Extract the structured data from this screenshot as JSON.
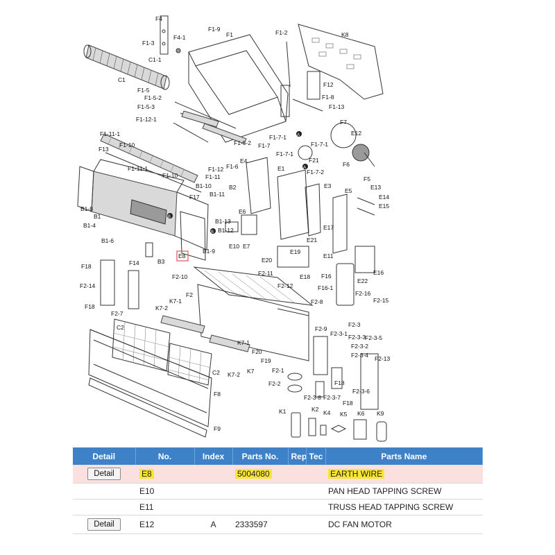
{
  "diagram": {
    "labels": {
      "F4": "F4",
      "F4_1": "F4-1",
      "F1_3": "F1-3",
      "F1_9": "F1-9",
      "F1": "F1",
      "F1_2": "F1-2",
      "K8": "K8",
      "C1_1": "C1-1",
      "C1": "C1",
      "F1_5": "F1-5",
      "F1_5_2a": "F1-5-2",
      "F1_5_3": "F1-5-3",
      "F12": "F12",
      "F1_8": "F1-8",
      "F1_13": "F1-13",
      "F1_12_1": "F1-12-1",
      "F7": "F7",
      "F1_11_1a": "F1-11-1",
      "E12": "E12",
      "F1_10a": "F1-10",
      "F1_5_2b": "F1-5-2",
      "F1_7_1a": "F1-7-1",
      "F1_7": "F1-7",
      "F13": "F13",
      "F1_7_1b": "F1-7-1",
      "F1_7_1c": "F1-7-1",
      "E4": "E4",
      "F21": "F21",
      "F6": "F6",
      "F1_11_1b": "F1-11-1",
      "F1_12": "F1-12",
      "F1_6": "F1-6",
      "E1": "E1",
      "F1_7_2": "F1-7-2",
      "F5": "F5",
      "F1_10b": "F1-10",
      "F1_11": "F1-11",
      "B1_10": "B1-10",
      "B2": "B2",
      "E3": "E3",
      "E5": "E5",
      "E13": "E13",
      "F17": "F17",
      "B1_11": "B1-11",
      "E14": "E14",
      "E15": "E15",
      "B1_8": "B1-8",
      "B1": "B1",
      "B1_13": "B1-13",
      "E6": "E6",
      "B1_4": "B1-4",
      "B1_12": "B1-12",
      "E17": "E17",
      "E7": "E7",
      "E10": "E10",
      "B1_6": "B1-6",
      "E21": "E21",
      "B1_9": "B1-9",
      "E19": "E19",
      "E11": "E11",
      "E16": "E16",
      "B3": "B3",
      "E8": "E8",
      "F14": "F14",
      "E20": "E20",
      "F18a": "F18",
      "F2_10": "F2-10",
      "F2_11": "F2-11",
      "E18": "E18",
      "F16": "F16",
      "E22": "E22",
      "F2_14": "F2-14",
      "F2_12": "F2-12",
      "F16_1": "F16-1",
      "F2": "F2",
      "F2_16": "F2-16",
      "F2_15": "F2-15",
      "F18b": "F18",
      "F2_7": "F2-7",
      "K7_1a": "K7-1",
      "K7_2a": "K7-2",
      "F2_8": "F2-8",
      "F2_3": "F2-3",
      "F2_9": "F2-9",
      "F2_3_1": "F2-3-1",
      "F2_3_3": "F2-3-3",
      "F2_3_5": "F2-3-5",
      "C2a": "C2",
      "F2_3_2": "F2-3-2",
      "F2_3_4": "F2-3-4",
      "K7_1b": "K7-1",
      "F20": "F20",
      "F19": "F19",
      "F2_13": "F2-13",
      "C2b": "C2",
      "K7_2b": "K7-2",
      "K7": "K7",
      "F2_1": "F2-1",
      "F18c": "F18",
      "F2_2": "F2-2",
      "F2_3_6": "F2-3-6",
      "F8": "F8",
      "F2_3_8": "F2-3-8",
      "F2_3_7": "F2-3-7",
      "F18d": "F18",
      "K1": "K1",
      "K2": "K2",
      "K4": "K4",
      "K5": "K5",
      "K6": "K6",
      "K9": "K9",
      "F9": "F9",
      "A1": "A",
      "A2": "A",
      "B_1": "B",
      "B_2": "B"
    }
  },
  "table": {
    "headers": {
      "detail": "Detail",
      "no": "No.",
      "index": "Index",
      "parts_no": "Parts No.",
      "rep": "Rep",
      "tec": "Tec",
      "parts_name": "Parts Name"
    },
    "rows": [
      {
        "detail": "Detail",
        "no": "E8",
        "index": "",
        "parts_no": "5004080",
        "rep": "",
        "tec": "",
        "parts_name": "EARTH WIRE"
      },
      {
        "detail": "",
        "no": "E10",
        "index": "",
        "parts_no": "",
        "rep": "",
        "tec": "",
        "parts_name": "PAN HEAD TAPPING SCREW"
      },
      {
        "detail": "",
        "no": "E11",
        "index": "",
        "parts_no": "",
        "rep": "",
        "tec": "",
        "parts_name": "TRUSS HEAD TAPPING SCREW"
      },
      {
        "detail": "Detail",
        "no": "E12",
        "index": "A",
        "parts_no": "2333597",
        "rep": "",
        "tec": "",
        "parts_name": "DC FAN MOTOR"
      }
    ]
  },
  "colors": {
    "header_bg": "#3d82c8",
    "highlight_row": "#fbe0e0",
    "highlight_marker": "#f7e733",
    "selected_box": "#e05555"
  }
}
